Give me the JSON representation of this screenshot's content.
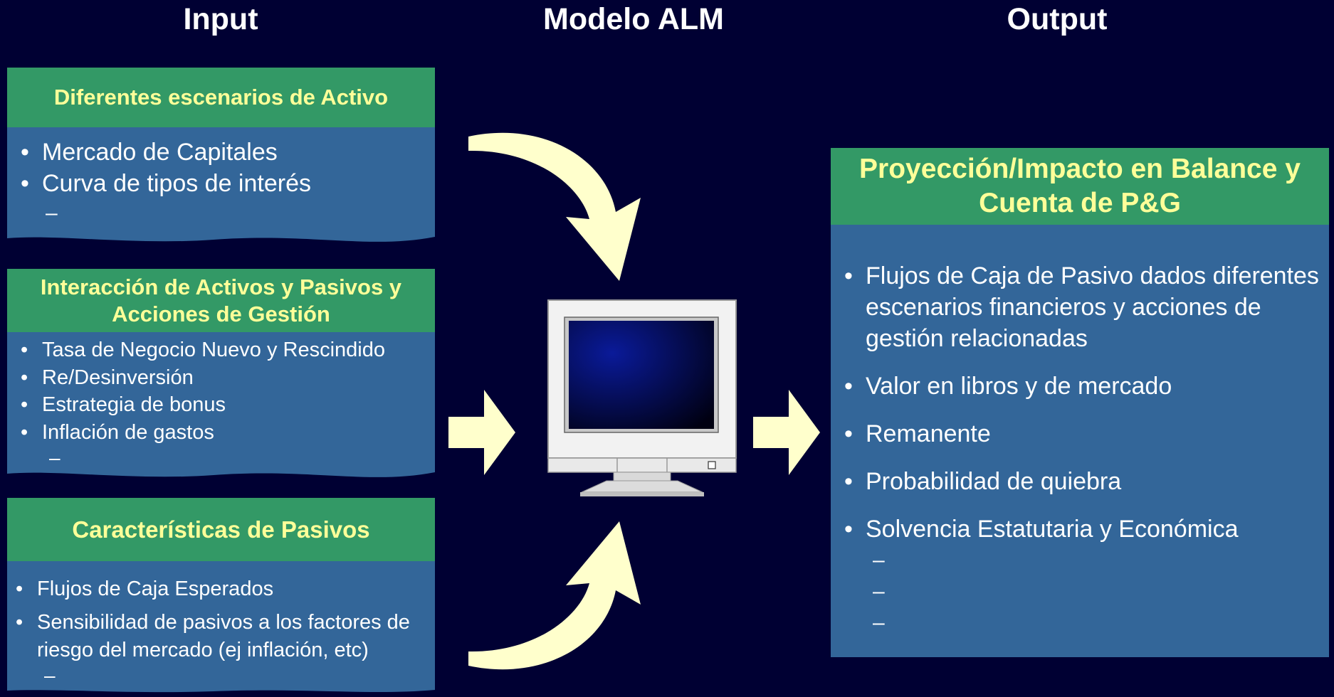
{
  "columns": {
    "input_title": "Input",
    "model_title": "Modelo ALM",
    "output_title": "Output"
  },
  "input_cards": [
    {
      "title": "Diferentes escenarios de Activo",
      "items": [
        "Mercado de Capitales",
        "Curva de tipos de interés"
      ],
      "trailing_dash": "–"
    },
    {
      "title": "Interacción de Activos y Pasivos y Acciones de Gestión",
      "items": [
        "Tasa de Negocio Nuevo y Rescindido",
        "Re/Desinversión",
        "Estrategia de bonus",
        "Inflación de gastos"
      ],
      "trailing_dash": "–"
    },
    {
      "title": "Características de Pasivos",
      "items": [
        "Flujos de Caja Esperados",
        "Sensibilidad de pasivos a los factores de riesgo del mercado (ej inflación, etc)"
      ],
      "trailing_dash": "–"
    }
  ],
  "output_card": {
    "title": "Proyección/Impacto en Balance y Cuenta de P&G",
    "items": [
      "Flujos de Caja de Pasivo dados diferentes escenarios financieros y acciones de gestión relacionadas",
      "Valor en libros y de mercado",
      "Remanente",
      "Probabilidad de quiebra",
      "Solvencia Estatutaria y Económica"
    ],
    "trailing_dashes": [
      "–",
      "–",
      "–"
    ]
  },
  "colors": {
    "background": "#000033",
    "card_body": "#336699",
    "card_header": "#339966",
    "header_text": "#ffff99",
    "arrow": "#ffffcc"
  },
  "icons": {
    "model": "computer-monitor-icon",
    "flow": "block-arrow-icon",
    "curved_flow": "curved-arrow-icon"
  }
}
